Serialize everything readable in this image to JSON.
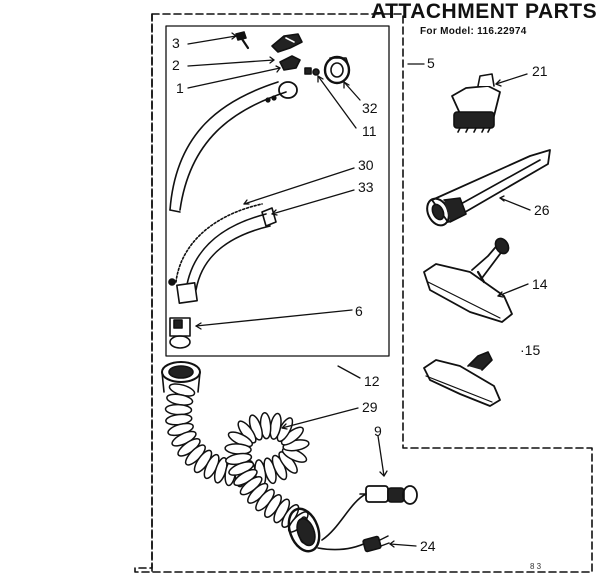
{
  "header": {
    "title": "ATTACHMENT PARTS",
    "subtitle": "For Model: 116.22974"
  },
  "callouts": {
    "c3": "3",
    "c2": "2",
    "c1": "1",
    "c5": "5",
    "c21": "21",
    "c32": "32",
    "c11": "11",
    "c30": "30",
    "c33": "33",
    "c26": "26",
    "c14": "14",
    "c6": "6",
    "c15": "·15",
    "c12": "12",
    "c29": "29",
    "c9": "9",
    "c24": "24"
  },
  "footer": {
    "code": "8 3"
  },
  "colors": {
    "ink": "#111111",
    "paper": "#ffffff"
  }
}
